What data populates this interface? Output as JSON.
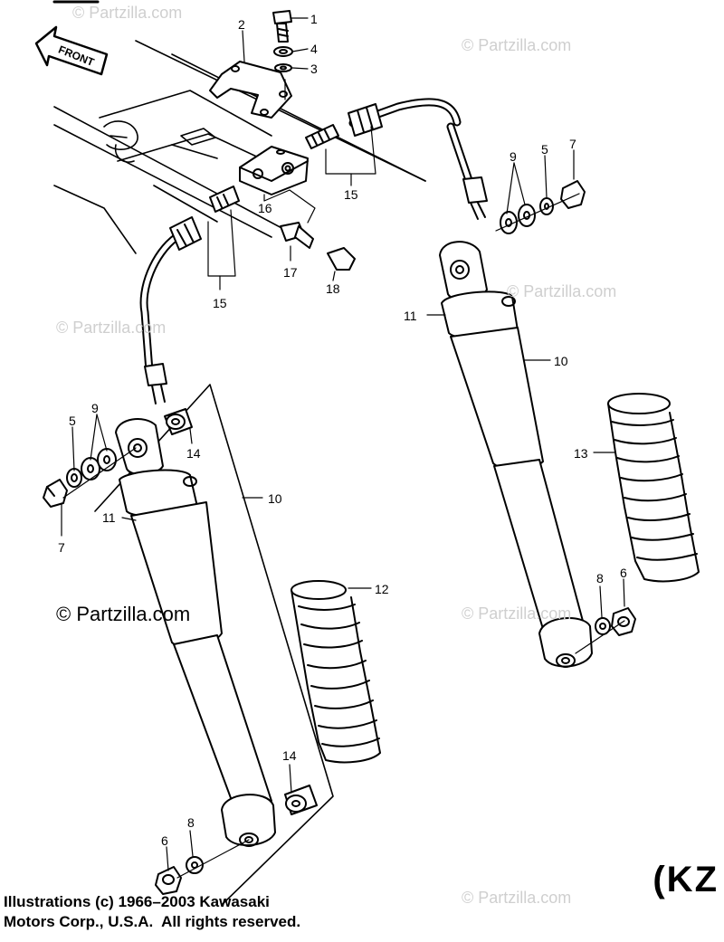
{
  "diagram": {
    "front_arrow_label": "FRONT",
    "model_code": "(KZ",
    "copyright_line1": "Illustrations (c) 1966–2003 Kawasaki",
    "copyright_line2": "Motors Corp., U.S.A.  All rights reserved.",
    "watermark_text": "© Partzilla.com",
    "callouts": [
      "1",
      "2",
      "3",
      "4",
      "5",
      "6",
      "7",
      "8",
      "9",
      "10",
      "11",
      "12",
      "13",
      "14",
      "15",
      "16",
      "17",
      "18"
    ]
  }
}
